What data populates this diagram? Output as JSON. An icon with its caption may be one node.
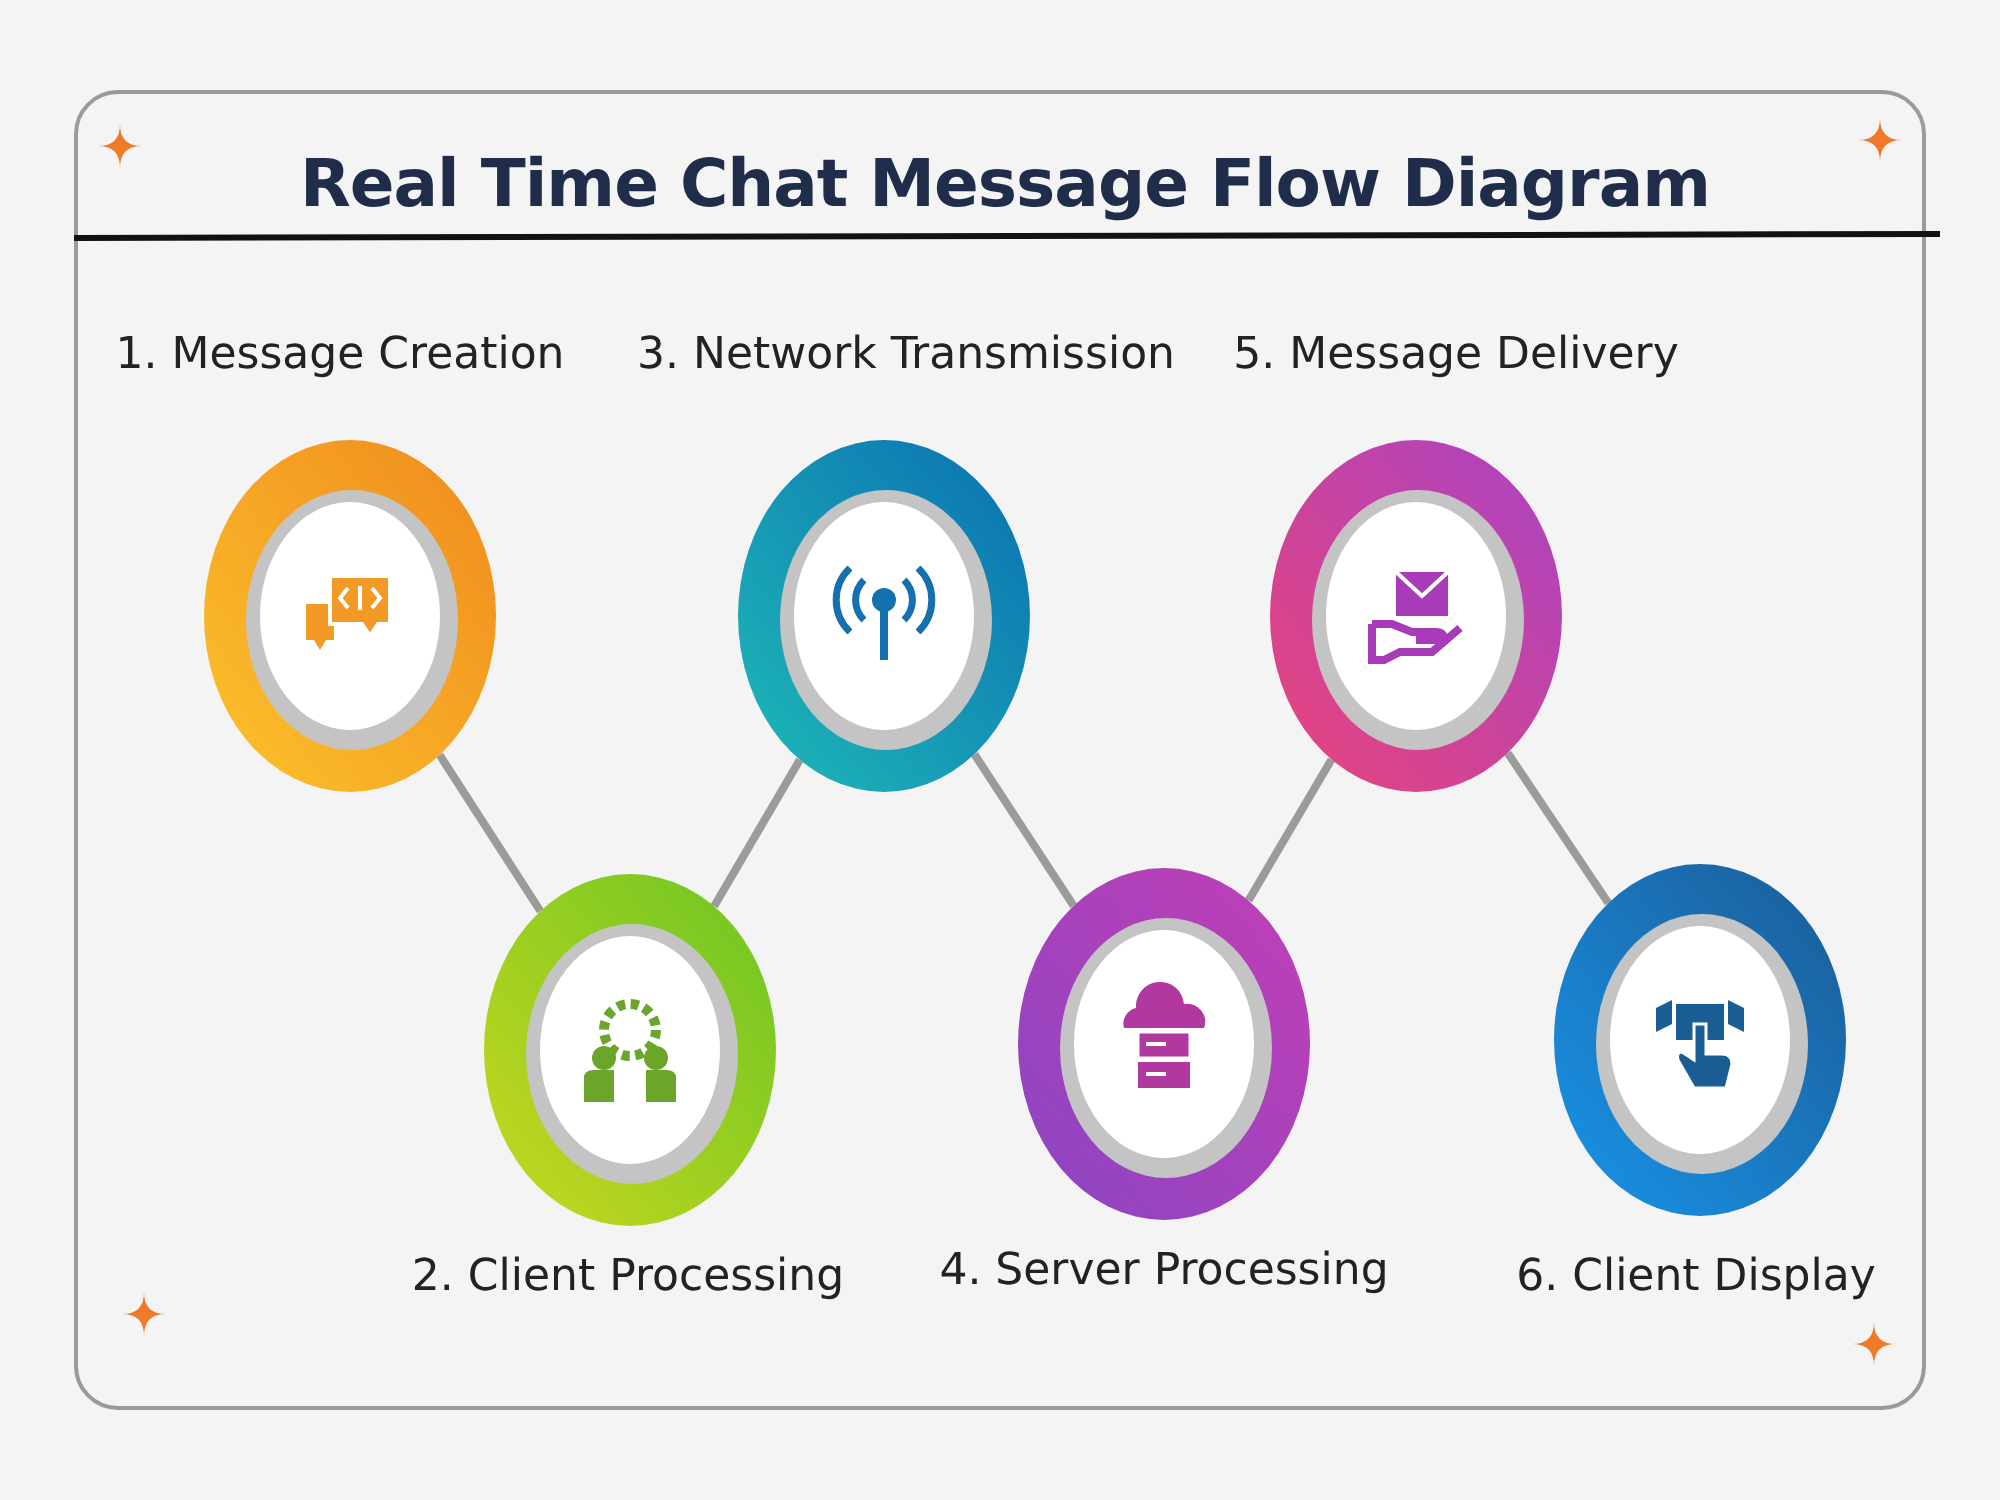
{
  "diagram": {
    "title": "Real Time Chat Message Flow Diagram",
    "nodes": [
      {
        "text": [
          "1. Message Creation"
        ]
      },
      {
        "text": [
          "2. Client Processing"
        ]
      },
      {
        "text": [
          "3. Network Transmission"
        ]
      },
      {
        "text": [
          "4. Server Processing"
        ]
      },
      {
        "text": [
          "5. Message Delivery"
        ]
      },
      {
        "text": [
          "6. Client Display"
        ]
      }
    ],
    "edges": [
      {
        "from": 0,
        "to": 1,
        "arrow": "none"
      },
      {
        "from": 1,
        "to": 2,
        "arrow": "none"
      },
      {
        "from": 2,
        "to": 3,
        "arrow": "none"
      },
      {
        "from": 3,
        "to": 4,
        "arrow": "none"
      },
      {
        "from": 4,
        "to": 5,
        "arrow": "none"
      }
    ]
  }
}
